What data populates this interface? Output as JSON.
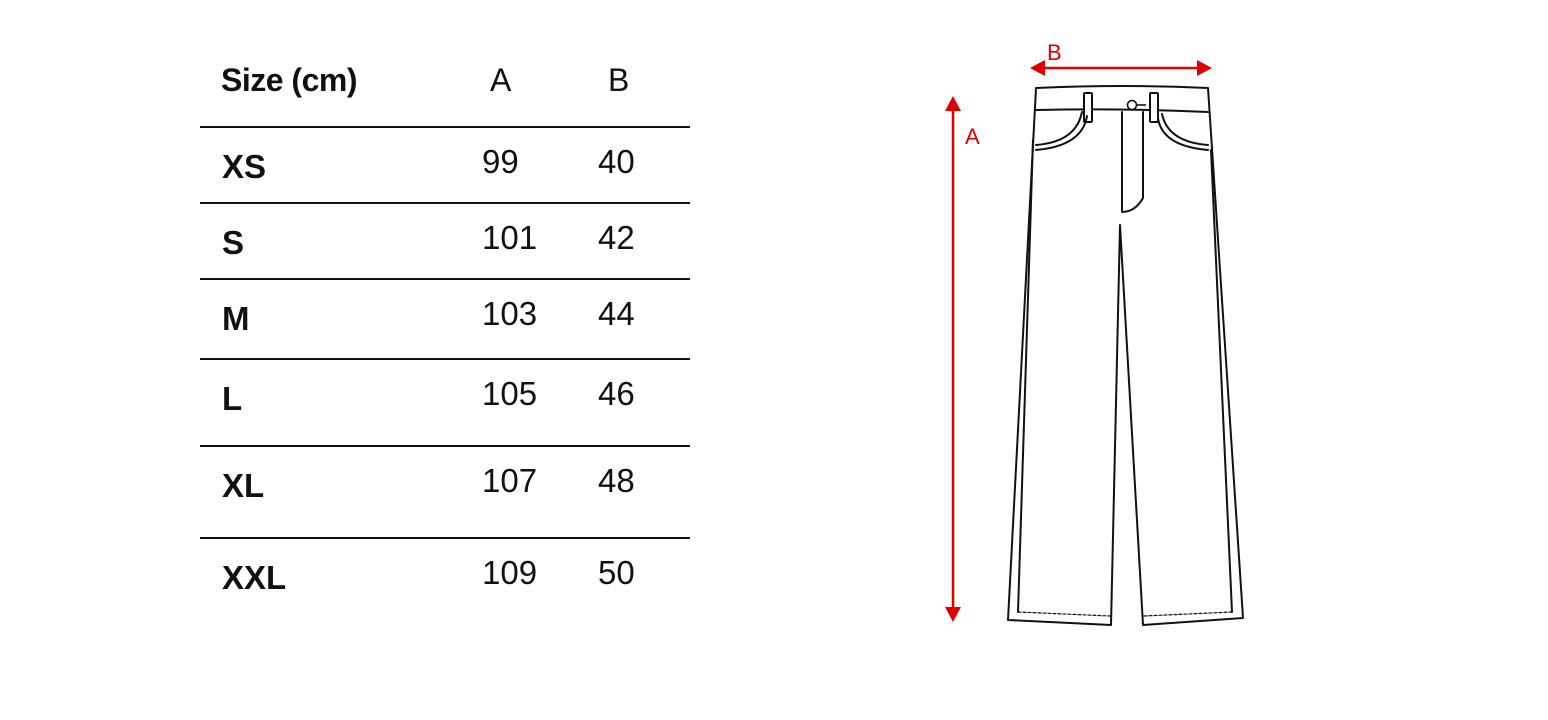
{
  "table": {
    "headers": [
      "Size (cm)",
      "A",
      "B"
    ],
    "rows": [
      {
        "size": "XS",
        "a": "99",
        "b": "40"
      },
      {
        "size": "S",
        "a": "101",
        "b": "42"
      },
      {
        "size": "M",
        "a": "103",
        "b": "44"
      },
      {
        "size": "L",
        "a": "105",
        "b": "46"
      },
      {
        "size": "XL",
        "a": "107",
        "b": "48"
      },
      {
        "size": "XXL",
        "a": "109",
        "b": "50"
      }
    ]
  },
  "diagram": {
    "length_label": "A",
    "waist_label": "B",
    "accent_color": "#e00000",
    "garment": "pants-outline"
  }
}
